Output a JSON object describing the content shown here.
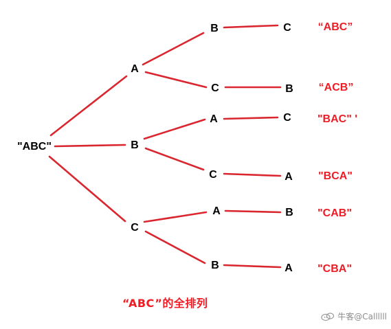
{
  "diagram": {
    "root": "\"ABC\"",
    "caption": "“ABC”的全排列",
    "colors": {
      "edge": "#d9262f",
      "result": "#ee1c25",
      "node": "#000000"
    },
    "nodes": {
      "root": "\"ABC\"",
      "l1_a": "A",
      "l1_b": "B",
      "l1_c": "C",
      "a_b": "B",
      "a_c": "C",
      "b_a": "A",
      "b_c": "C",
      "c_a": "A",
      "c_b": "B",
      "ab_c": "C",
      "ac_b": "B",
      "ba_c": "C",
      "bc_a": "A",
      "ca_b": "B",
      "cb_a": "A"
    },
    "results": [
      "“ABC”",
      "“ACB”",
      "\"BAC\" '",
      "\"BCA\"",
      "\"CAB\"",
      "\"CBA\""
    ]
  },
  "watermark": {
    "text": "牛客@Callllll",
    "icon": "brand-logo-icon"
  }
}
